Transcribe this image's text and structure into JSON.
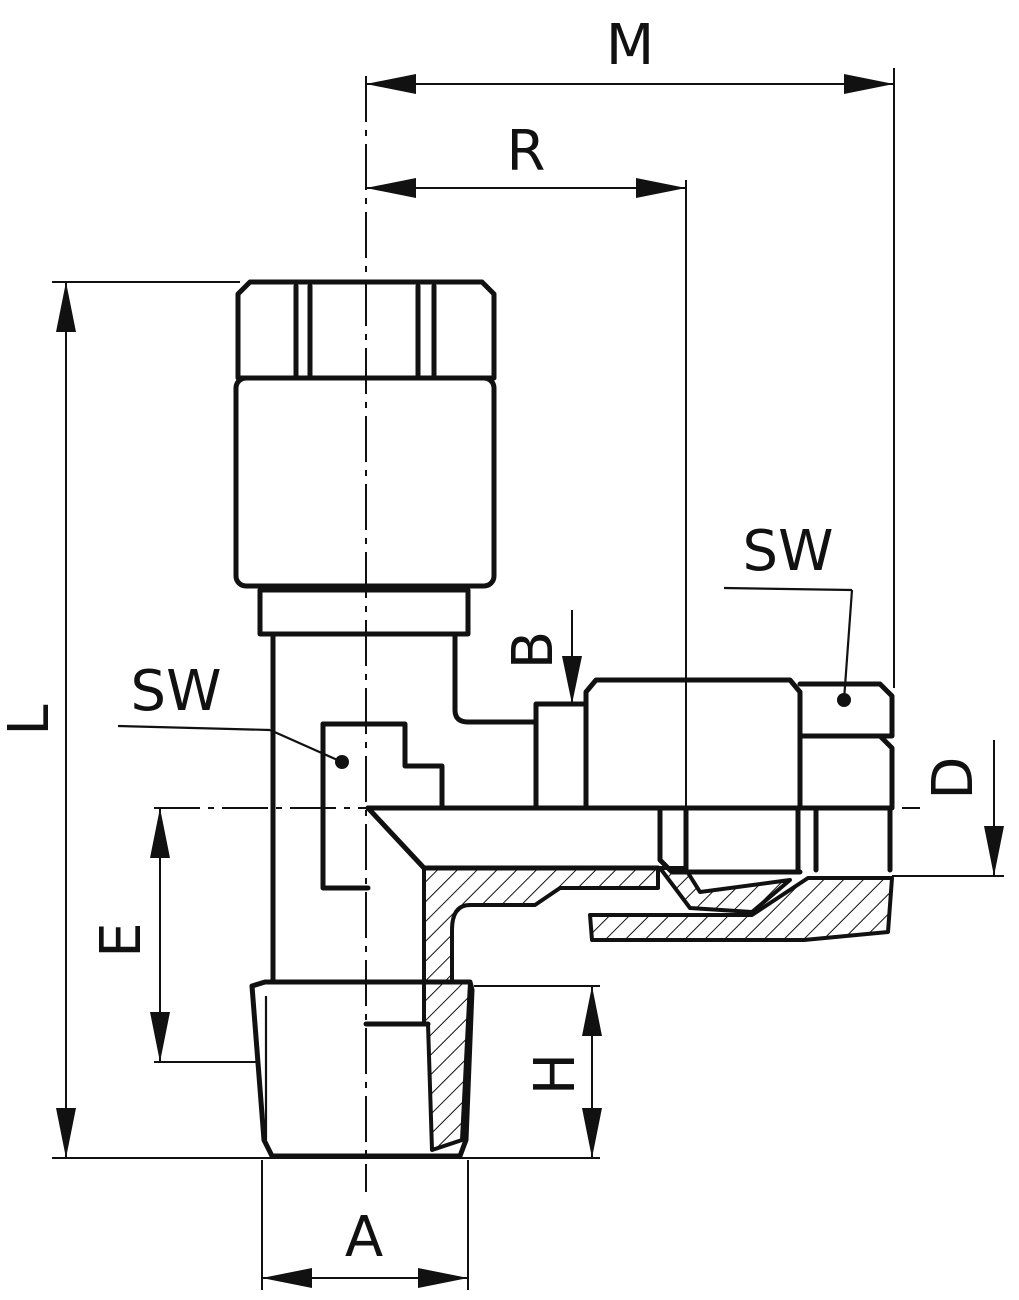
{
  "labels": {
    "M": "M",
    "R": "R",
    "L": "L",
    "E": "E",
    "H": "H",
    "A": "A",
    "B": "B",
    "D": "D",
    "SW_left": "SW",
    "SW_right": "SW"
  },
  "colors": {
    "line": "#111111",
    "background": "#ffffff"
  }
}
